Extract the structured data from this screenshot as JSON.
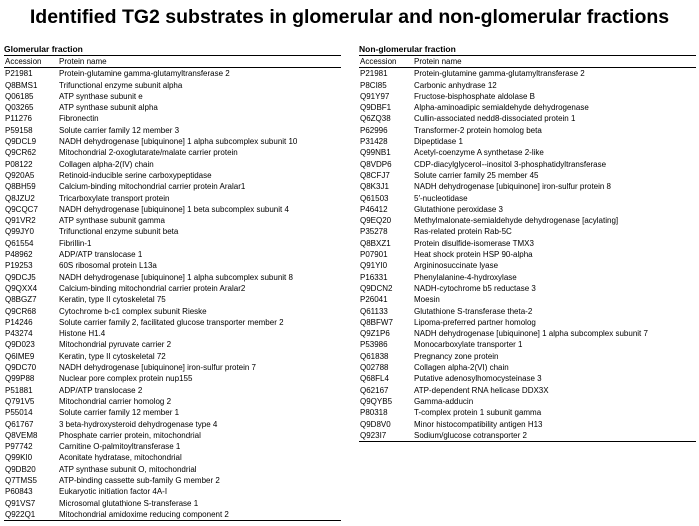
{
  "title": "Identified TG2 substrates in glomerular and non-glomerular fractions",
  "glomerular": {
    "heading": "Glomerular fraction",
    "columns": [
      "Accession",
      "Protein name"
    ],
    "rows": [
      [
        "P21981",
        "Protein-glutamine gamma-glutamyltransferase 2"
      ],
      [
        "Q8BMS1",
        "Trifunctional enzyme subunit alpha"
      ],
      [
        "Q06185",
        "ATP synthase subunit e"
      ],
      [
        "Q03265",
        "ATP synthase subunit alpha"
      ],
      [
        "P11276",
        "Fibronectin"
      ],
      [
        "P59158",
        "Solute carrier family 12 member 3"
      ],
      [
        "Q9DCL9",
        "NADH dehydrogenase [ubiquinone] 1 alpha subcomplex subunit 10"
      ],
      [
        "Q9CR62",
        "Mitochondrial 2-oxoglutarate/malate carrier protein"
      ],
      [
        "P08122",
        "Collagen alpha-2(IV) chain"
      ],
      [
        "Q920A5",
        "Retinoid-inducible serine carboxypeptidase"
      ],
      [
        "Q8BH59",
        "Calcium-binding mitochondrial carrier protein Aralar1"
      ],
      [
        "Q8JZU2",
        "Tricarboxylate transport protein"
      ],
      [
        "Q9CQC7",
        "NADH dehydrogenase [ubiquinone] 1 beta subcomplex subunit 4"
      ],
      [
        "Q91VR2",
        "ATP synthase subunit gamma"
      ],
      [
        "Q99JY0",
        "Trifunctional enzyme subunit beta"
      ],
      [
        "Q61554",
        "Fibrillin-1"
      ],
      [
        "P48962",
        "ADP/ATP translocase 1"
      ],
      [
        "P19253",
        "60S ribosomal protein L13a"
      ],
      [
        "Q9DCJ5",
        "NADH dehydrogenase [ubiquinone] 1 alpha subcomplex subunit 8"
      ],
      [
        "Q9QXX4",
        "Calcium-binding mitochondrial carrier protein Aralar2"
      ],
      [
        "Q8BGZ7",
        "Keratin, type II cytoskeletal 75"
      ],
      [
        "Q9CR68",
        "Cytochrome b-c1 complex subunit Rieske"
      ],
      [
        "P14246",
        "Solute carrier family 2, facilitated glucose transporter member 2"
      ],
      [
        "P43274",
        "Histone H1.4"
      ],
      [
        "Q9D023",
        "Mitochondrial pyruvate carrier 2"
      ],
      [
        "Q6IME9",
        "Keratin, type II cytoskeletal 72"
      ],
      [
        "Q9DC70",
        "NADH dehydrogenase [ubiquinone] iron-sulfur protein 7"
      ],
      [
        "Q99P88",
        "Nuclear pore complex protein nup155"
      ],
      [
        "P51881",
        "ADP/ATP translocase 2"
      ],
      [
        "Q791V5",
        "Mitochondrial carrier homolog 2"
      ],
      [
        "P55014",
        "Solute carrier family 12 member 1"
      ],
      [
        "Q61767",
        "3 beta-hydroxysteroid dehydrogenase type 4"
      ],
      [
        "Q8VEM8",
        "Phosphate carrier protein, mitochondrial"
      ],
      [
        "P97742",
        "Carnitine O-palmitoyltransferase 1"
      ],
      [
        "Q99KI0",
        "Aconitate hydratase, mitochondrial"
      ],
      [
        "Q9DB20",
        "ATP synthase subunit O, mitochondrial"
      ],
      [
        "Q7TMS5",
        "ATP-binding cassette sub-family G member 2"
      ],
      [
        "P60843",
        "Eukaryotic initiation factor 4A-I"
      ],
      [
        "Q91VS7",
        "Microsomal glutathione S-transferase 1"
      ],
      [
        "Q922Q1",
        "Mitochondrial amidoxime reducing component 2"
      ]
    ]
  },
  "nonglomerular": {
    "heading": "Non-glomerular fraction",
    "columns": [
      "Accession",
      "Protein name"
    ],
    "rows": [
      [
        "P21981",
        "Protein-glutamine gamma-glutamyltransferase 2"
      ],
      [
        "P8CI85",
        "Carbonic anhydrase 12"
      ],
      [
        "Q91Y97",
        "Fructose-bisphosphate aldolase B"
      ],
      [
        "Q9DBF1",
        "Alpha-aminoadipic semialdehyde dehydrogenase"
      ],
      [
        "Q6ZQ38",
        "Cullin-associated nedd8-dissociated protein 1"
      ],
      [
        "P62996",
        "Transformer-2 protein homolog beta"
      ],
      [
        "P31428",
        "Dipeptidase 1"
      ],
      [
        "Q99NB1",
        "Acetyl-coenzyme A synthetase 2-like"
      ],
      [
        "Q8VDP6",
        "CDP-diacylglycerol--inositol 3-phosphatidyltransferase"
      ],
      [
        "Q8CFJ7",
        "Solute carrier family 25 member 45"
      ],
      [
        "Q8K3J1",
        "NADH dehydrogenase [ubiquinone] iron-sulfur protein 8"
      ],
      [
        "Q61503",
        "5′-nucleotidase"
      ],
      [
        "P46412",
        "Glutathione peroxidase 3"
      ],
      [
        "Q9EQ20",
        "Methylmalonate-semialdehyde dehydrogenase [acylating]"
      ],
      [
        "P35278",
        "Ras-related protein Rab-5C"
      ],
      [
        "Q8BXZ1",
        "Protein disulfide-isomerase TMX3"
      ],
      [
        "P07901",
        "Heat shock protein HSP 90-alpha"
      ],
      [
        "Q91YI0",
        "Argininosuccinate lyase"
      ],
      [
        "P16331",
        "Phenylalanine-4-hydroxylase"
      ],
      [
        "Q9DCN2",
        "NADH-cytochrome b5 reductase 3"
      ],
      [
        "P26041",
        "Moesin"
      ],
      [
        "Q61133",
        "Glutathione S-transferase theta-2"
      ],
      [
        "Q8BFW7",
        "Lipoma-preferred partner homolog"
      ],
      [
        "Q9Z1P6",
        "NADH dehydrogenase [ubiquinone] 1 alpha subcomplex subunit 7"
      ],
      [
        "P53986",
        "Monocarboxylate transporter 1"
      ],
      [
        "Q61838",
        "Pregnancy zone protein"
      ],
      [
        "Q02788",
        "Collagen alpha-2(VI) chain"
      ],
      [
        "Q68FL4",
        "Putative adenosylhomocysteinase 3"
      ],
      [
        "Q62167",
        "ATP-dependent RNA helicase DDX3X"
      ],
      [
        "Q9QYB5",
        "Gamma-adducin"
      ],
      [
        "P80318",
        "T-complex protein 1 subunit gamma"
      ],
      [
        "Q9D8V0",
        "Minor histocompatibility antigen H13"
      ],
      [
        "Q923I7",
        "Sodium/glucose cotransporter 2"
      ]
    ]
  }
}
